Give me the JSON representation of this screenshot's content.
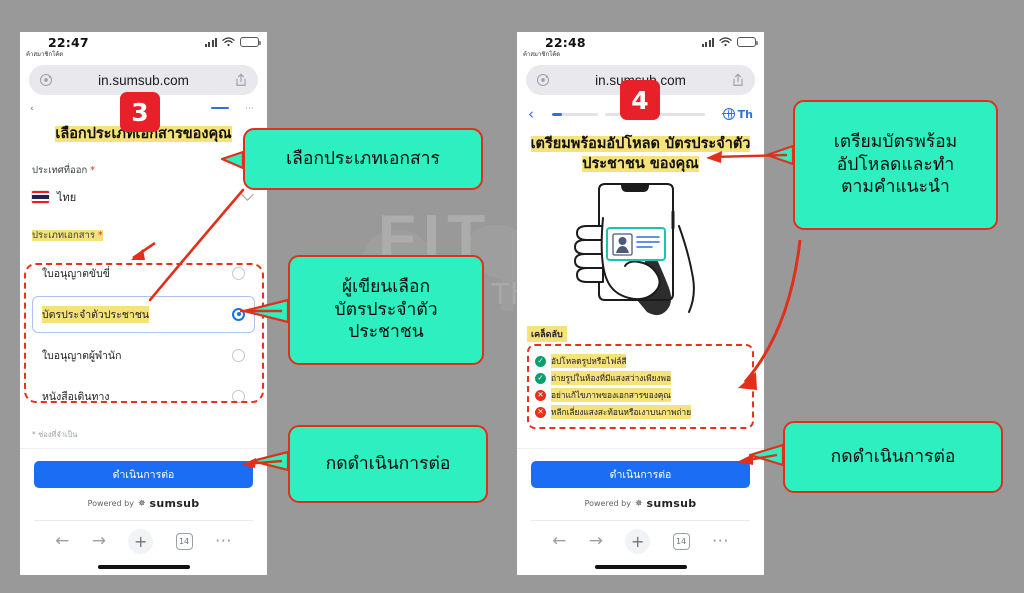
{
  "background_color": "#999999",
  "watermark": {
    "line1": "FIT",
    "line2": "Forex In Thai"
  },
  "phone_left": {
    "status_bar": {
      "time": "22:47",
      "carrier": "ค้าสมาชิกโค้ด",
      "battery_icon": "battery-icon",
      "wifi_icon": "wifi-icon",
      "signal_icon": "signal-icon"
    },
    "url_bar": {
      "url": "in.sumsub.com",
      "reader_icon": "page-settings-icon",
      "share_icon": "share-icon"
    },
    "page_title": "เลือกประเภทเอกสารของคุณ",
    "country_field": {
      "label": "ประเทศที่ออก",
      "required_mark": "*",
      "value": "ไทย",
      "flag": "thailand-flag-icon",
      "chevron": "chevron-down-icon"
    },
    "doc_type_field": {
      "label": "ประเภทเอกสาร",
      "required_mark": "*"
    },
    "options": [
      {
        "label": "ใบอนุญาตขับขี่",
        "selected": false
      },
      {
        "label": "บัตรประจำตัวประชาชน",
        "selected": true
      },
      {
        "label": "ใบอนุญาตผู้พำนัก",
        "selected": false
      },
      {
        "label": "หนังสือเดินทาง",
        "selected": false
      }
    ],
    "required_note": "* ช่องที่จำเป็น",
    "continue_button": "ดำเนินการต่อ",
    "powered_by": {
      "prefix": "Powered by",
      "brand": "sumsub"
    },
    "browser_bar": {
      "back_icon": "back-arrow-icon",
      "forward_icon": "forward-arrow-icon",
      "new_tab_icon": "plus-icon",
      "tab_count": "14",
      "more_icon": "more-dots-icon"
    }
  },
  "phone_right": {
    "status_bar": {
      "time": "22:48",
      "carrier": "ค้าสมาชิกโค้ด",
      "battery_icon": "battery-icon",
      "wifi_icon": "wifi-icon",
      "signal_icon": "signal-icon"
    },
    "url_bar": {
      "url": "in.sumsub.com",
      "reader_icon": "page-settings-icon",
      "share_icon": "share-icon"
    },
    "progress": {
      "back_icon": "chevron-left-icon",
      "segments": 3,
      "active_segment": 1,
      "globe_icon": "globe-icon",
      "language": "Th"
    },
    "page_title": "เตรียมพร้อมอัปโหลด บัตรประจำตัวประชาชน ของคุณ",
    "illustration": "hand-holding-phone-scanning-id-card",
    "tips_title": "เคล็ดลับ",
    "tips": [
      {
        "type": "ok",
        "text": "อัปโหลดรูปหรือไฟล์สี"
      },
      {
        "type": "ok",
        "text": "ถ่ายรูปในห้องที่มีแสงสว่างเพียงพอ"
      },
      {
        "type": "no",
        "text": "อย่าแก้ไขภาพของเอกสารของคุณ"
      },
      {
        "type": "no",
        "text": "หลีกเลี่ยงแสงสะท้อนหรือเงาบนภาพถ่าย"
      }
    ],
    "continue_button": "ดำเนินการต่อ",
    "powered_by": {
      "prefix": "Powered by",
      "brand": "sumsub"
    },
    "browser_bar": {
      "back_icon": "back-arrow-icon",
      "forward_icon": "forward-arrow-icon",
      "new_tab_icon": "plus-icon",
      "tab_count": "14",
      "more_icon": "more-dots-icon"
    }
  },
  "annotations": {
    "badges": [
      {
        "number": "3"
      },
      {
        "number": "4"
      }
    ],
    "callouts": [
      {
        "id": "select-doc-type",
        "text": "เลือกประเภทเอกสาร"
      },
      {
        "id": "author-chose-id-card",
        "text": "ผู้เขียนเลือก\nบัตรประจำตัว\nประชาชน"
      },
      {
        "id": "press-continue-left",
        "text": "กดดำเนินการต่อ"
      },
      {
        "id": "prepare-card",
        "text": "เตรียมบัตรพร้อม\nอัปโหลดและทำ\nตามคำแนะนำ"
      },
      {
        "id": "press-continue-right",
        "text": "กดดำเนินการต่อ"
      }
    ],
    "colors": {
      "callout_fill": "#2eefc0",
      "callout_border": "#e0301b",
      "badge": "#e8202a",
      "highlight": "#f5e27a",
      "dashed": "#e8301a"
    }
  }
}
